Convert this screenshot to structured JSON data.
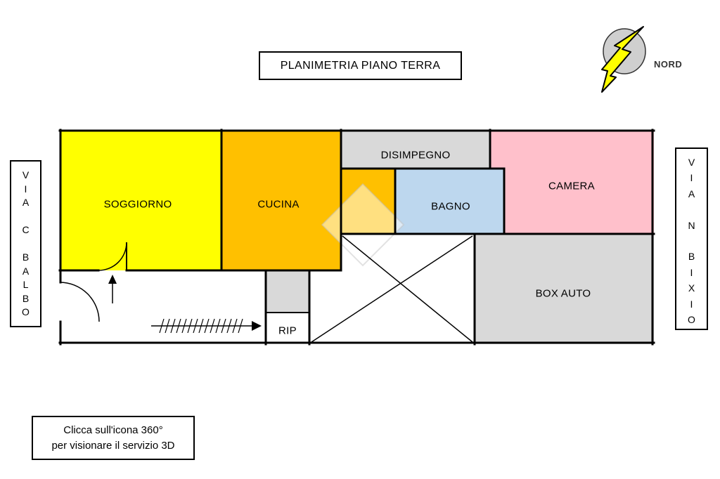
{
  "title": "PLANIMETRIA PIANO TERRA",
  "compass": {
    "label": "NORD"
  },
  "streets": {
    "left": "V\nI\nA\n\nC\n\nB\nA\nL\nB\nO",
    "right": "V\nI\nA\n\nN\n\nB\nI\nX\nI\nO"
  },
  "rooms": {
    "soggiorno": {
      "label": "SOGGIORNO",
      "color": "#FFFF00"
    },
    "cucina": {
      "label": "CUCINA",
      "color": "#FFC000"
    },
    "disimpegno": {
      "label": "DISIMPEGNO",
      "color": "#D9D9D9"
    },
    "hallway": {
      "label": "",
      "color": "#FFC000"
    },
    "bagno": {
      "label": "BAGNO",
      "color": "#BDD7EE"
    },
    "camera": {
      "label": "CAMERA",
      "color": "#FFC0CB"
    },
    "box_auto": {
      "label": "BOX AUTO",
      "color": "#D9D9D9"
    },
    "rip": {
      "label": "RIP",
      "color": "#D9D9D9"
    }
  },
  "note": "Clicca sull'icona 360°\nper visionare il servizio 3D",
  "wall_color": "#000000"
}
